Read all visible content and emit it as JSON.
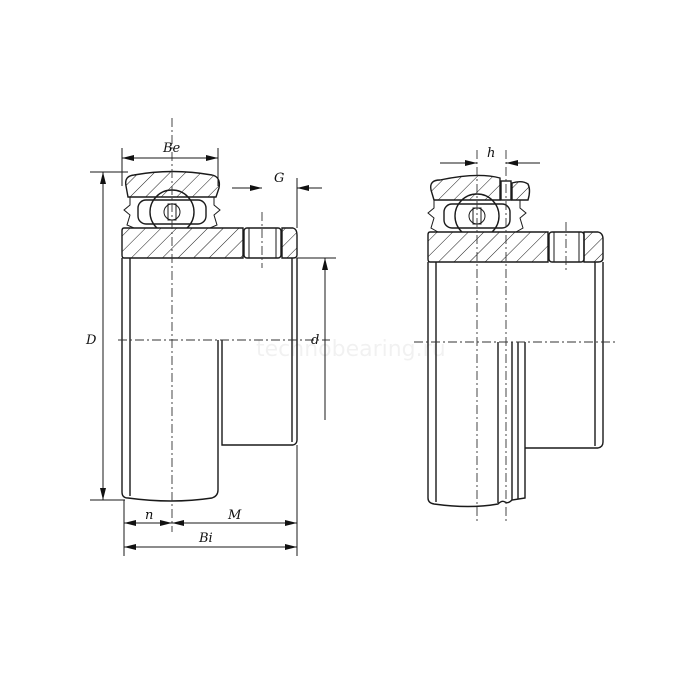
{
  "drawing": {
    "left_view": {
      "labels": {
        "be": "Be",
        "g": "G",
        "d_outer": "D",
        "d_bore": "d",
        "n": "n",
        "m": "M",
        "bi": "Bi"
      }
    },
    "right_view": {
      "labels": {
        "h": "h"
      }
    },
    "watermark": "technobearing.ru",
    "line_color": "#1a1a1a"
  }
}
